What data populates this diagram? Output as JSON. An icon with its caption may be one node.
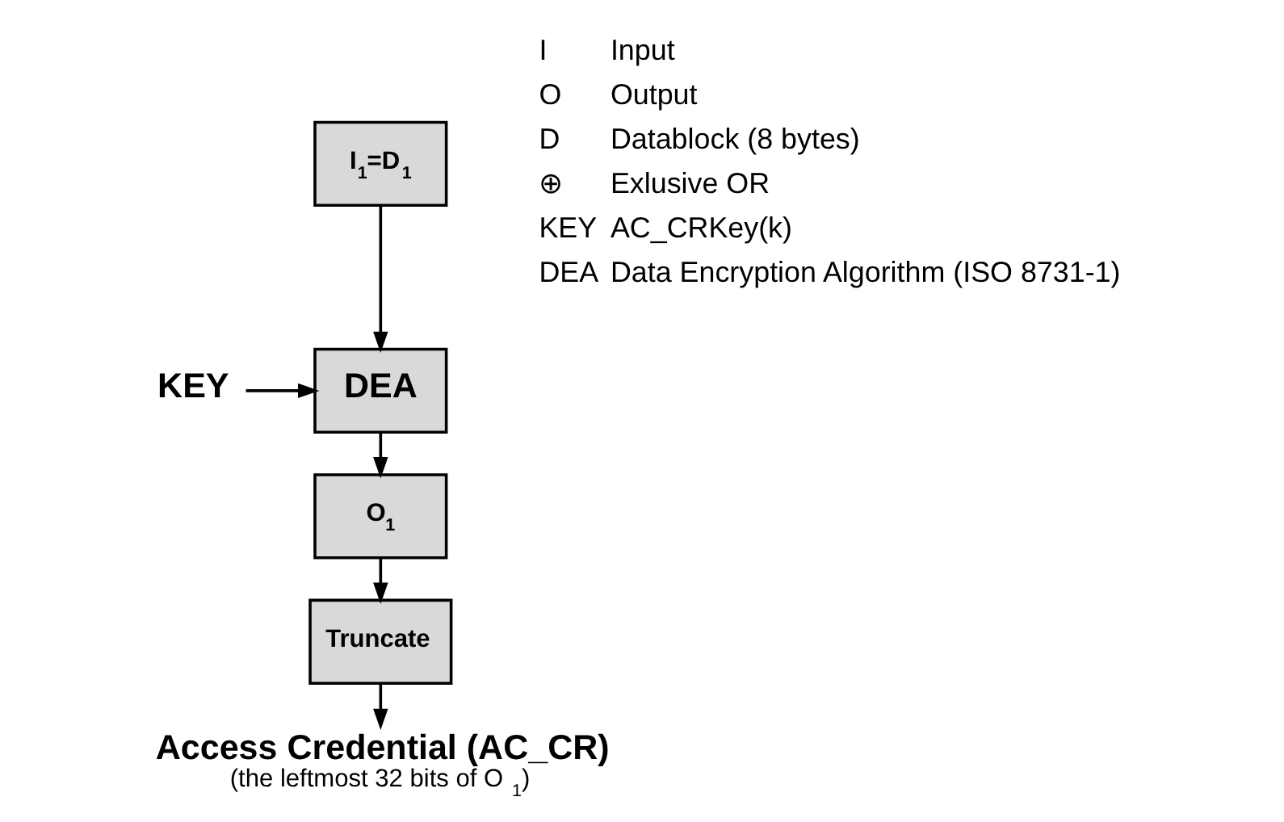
{
  "diagram": {
    "nodes": [
      {
        "text": [
          "I$_{1}$=D$_{1}$"
        ]
      },
      {
        "text": [
          "DEA"
        ]
      },
      {
        "text": [
          "O$_{1}$"
        ]
      },
      {
        "text": [
          "Truncate"
        ]
      },
      {
        "text": [
          "KEY"
        ]
      },
      {
        "text": [
          "Access Credential (AC_CR)"
        ],
        "beside": [
          "(the leftmost 32 bits of O$_{1}$)"
        ]
      }
    ],
    "edges": [
      {
        "from": 0,
        "to": 1,
        "arrow": "to"
      },
      {
        "from": 4,
        "to": 1,
        "arrow": "to"
      },
      {
        "from": 1,
        "to": 2,
        "arrow": "to"
      },
      {
        "from": 2,
        "to": 3,
        "arrow": "to"
      },
      {
        "from": 3,
        "to": 5,
        "arrow": "to"
      }
    ],
    "labels": [
      "I",
      "Input",
      "O",
      "Output",
      "D",
      "Datablock (8 bytes)",
      "⊕",
      "Exlusive OR",
      "KEY",
      "AC_CRKey(k)",
      "DEA",
      "Data Encryption Algorithm (ISO 8731-1)"
    ]
  }
}
